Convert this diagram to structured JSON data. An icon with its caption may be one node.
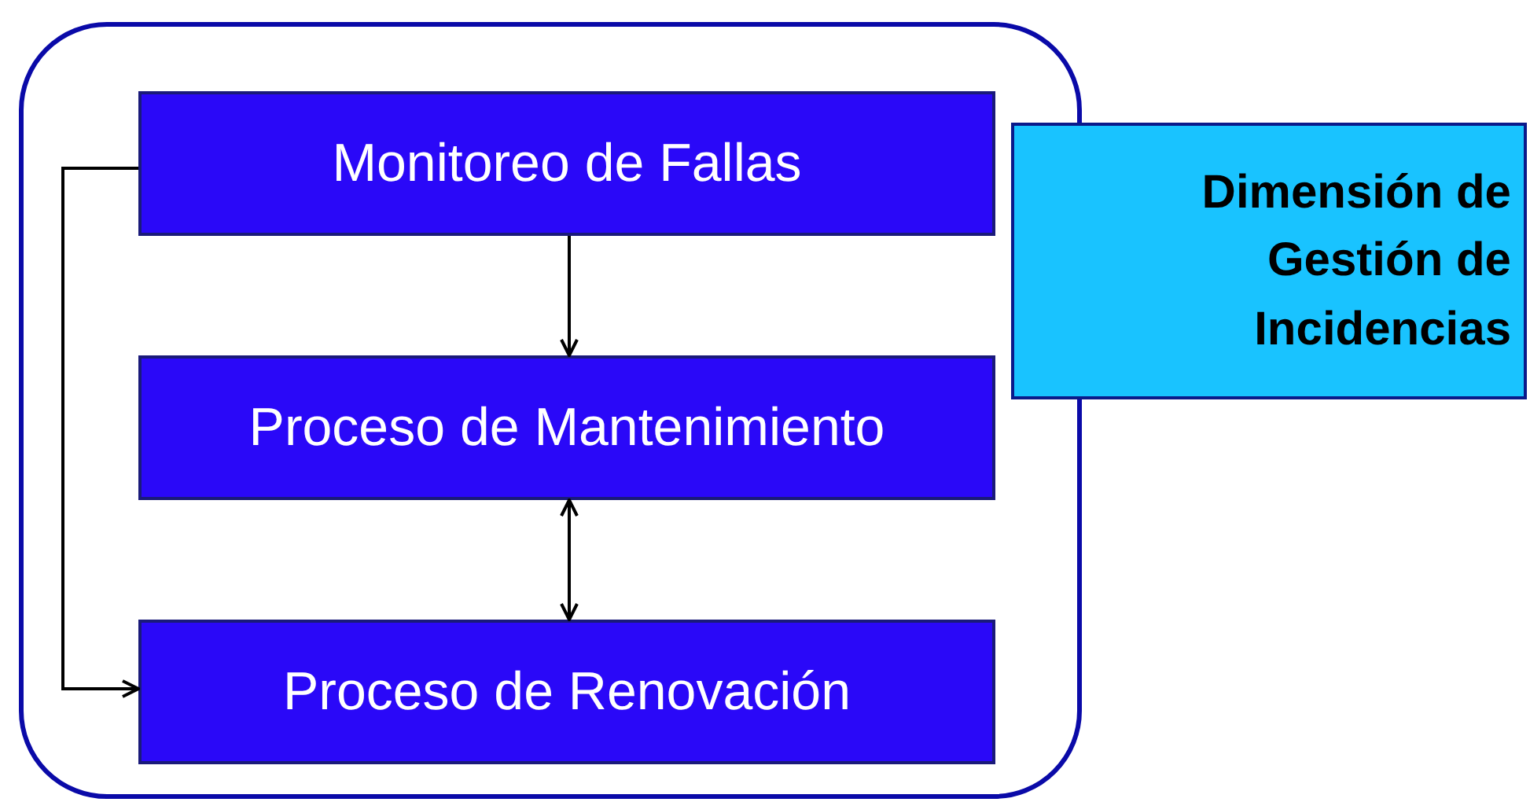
{
  "diagram": {
    "nodes": [
      {
        "text": [],
        "shape": "box"
      },
      {
        "text": [
          "Monitoreo de Fallas"
        ],
        "in": 0
      },
      {
        "text": [
          "Proceso de Mantenimiento"
        ],
        "in": 0
      },
      {
        "text": [
          "Proceso de Renovación"
        ],
        "in": 0
      },
      {
        "text": [
          "Dimensión de Gestión de Incidencias"
        ]
      }
    ],
    "edges": [
      {
        "from": 1,
        "to": 2,
        "arrow": "to"
      },
      {
        "from": 2,
        "to": 3,
        "arrow": "both"
      },
      {
        "from": 1,
        "to": 3,
        "arrow": "to"
      }
    ]
  }
}
